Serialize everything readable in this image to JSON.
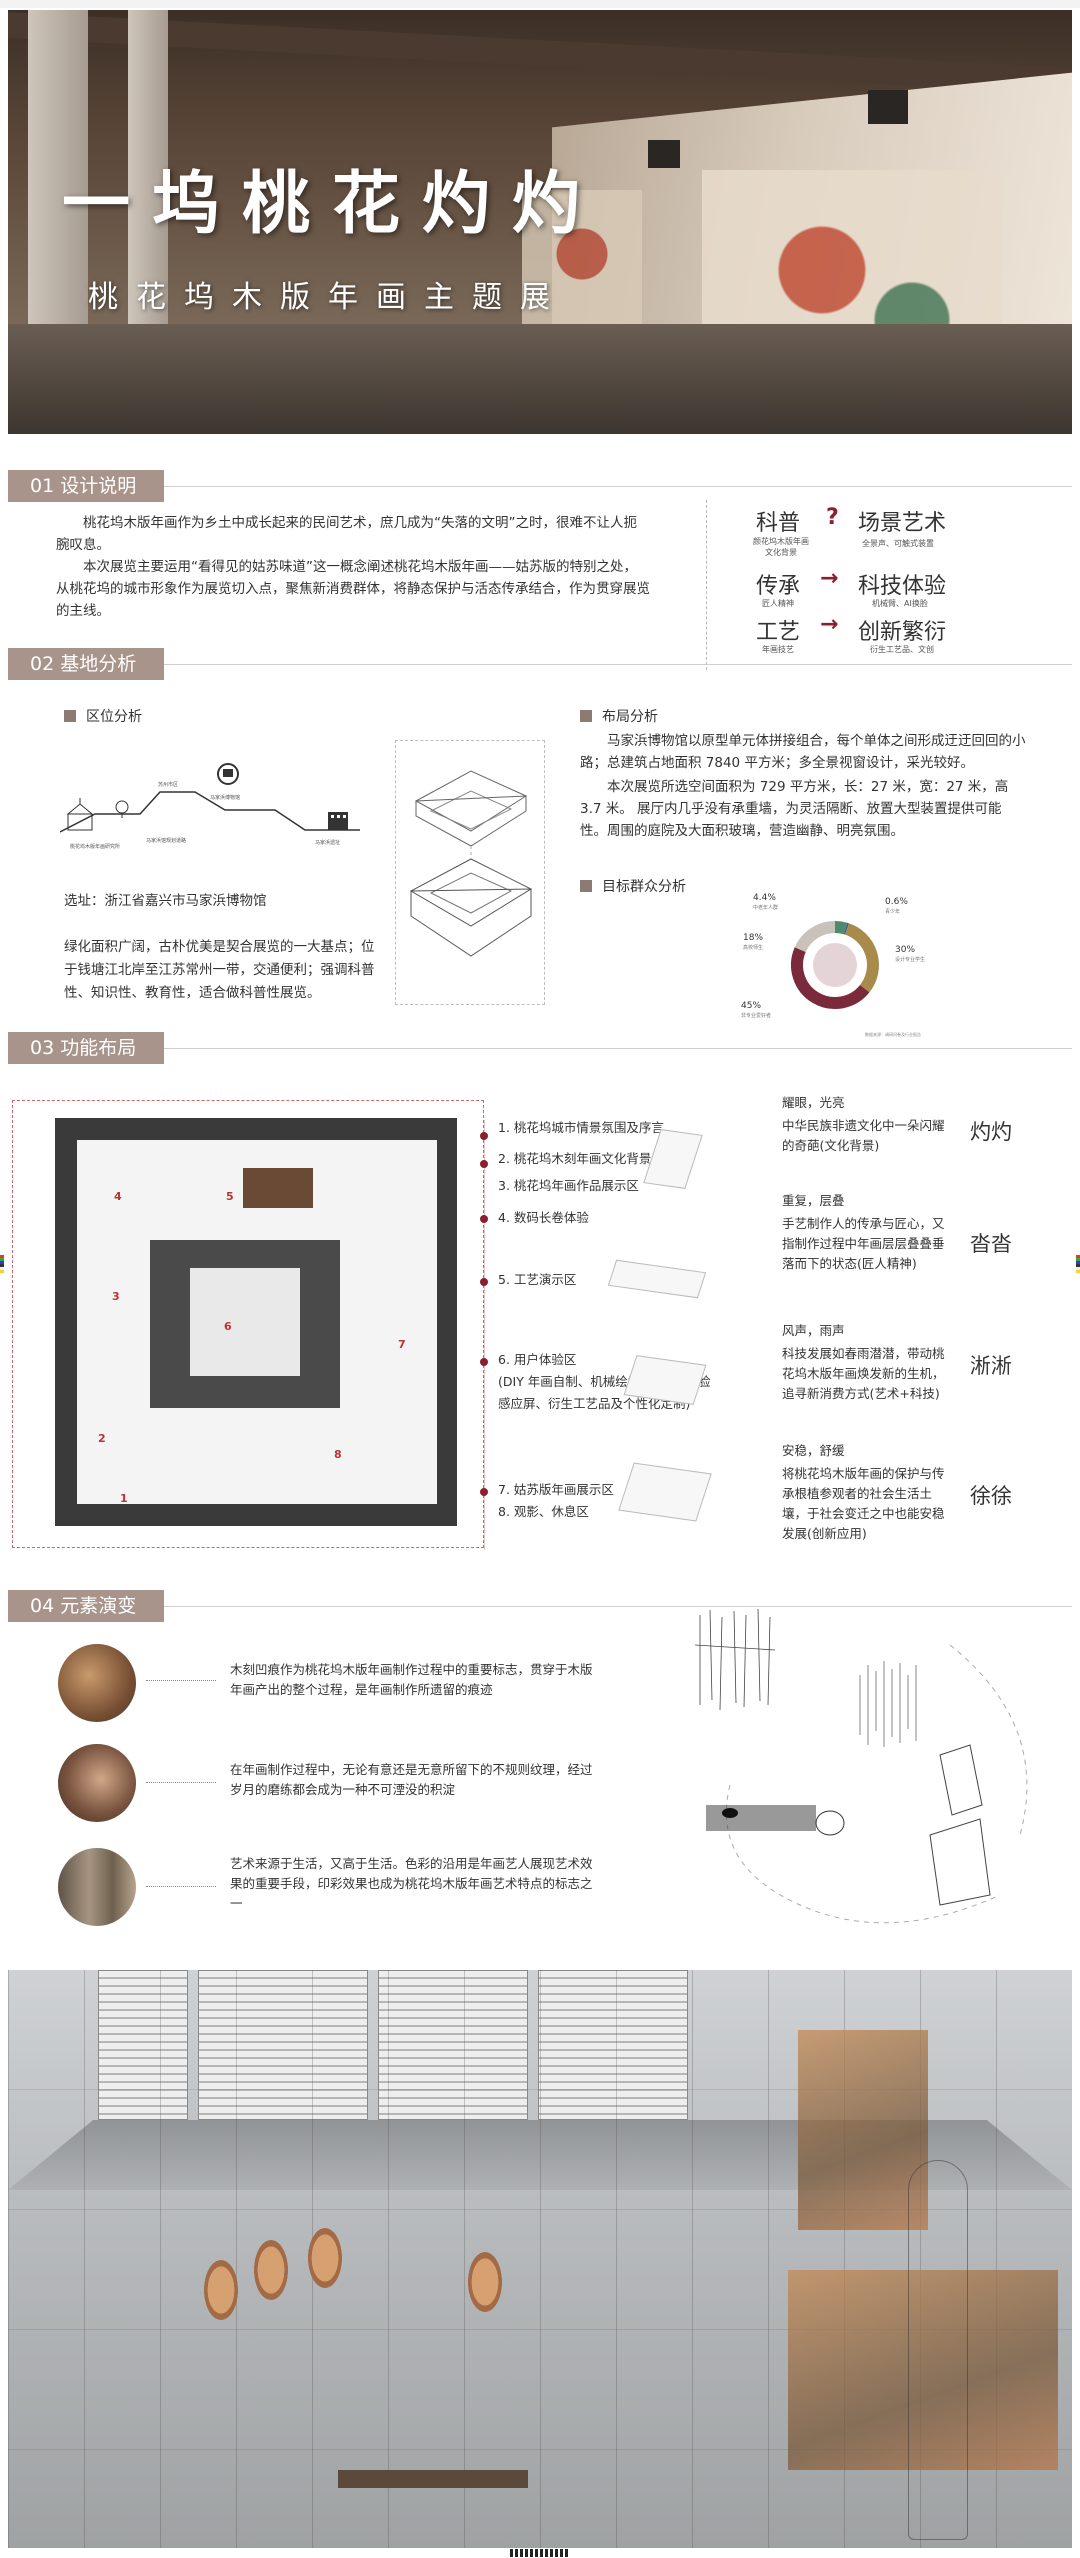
{
  "hero": {
    "title": "一坞桃花灼灼",
    "subtitle": "桃花坞木版年画主题展"
  },
  "section1": {
    "heading": "01 设计说明",
    "paragraph1": "桃花坞木版年画作为乡土中成长起来的民间艺术，庶几成为“失落的文明”之时，很难不让人扼腕叹息。",
    "paragraph2": "本次展览主要运用“看得见的姑苏味道”这一概念阐述桃花坞木版年画——姑苏版的特别之处，从桃花坞的城市形象作为展览切入点，聚焦新消费群体，将静态保护与活态传承结合，作为贯穿展览的主线。",
    "concepts": [
      {
        "left": "科普",
        "left_note": "颜花坞木版年画\n文化背景",
        "arrow": "?",
        "right": "场景艺术",
        "right_note": "全景声、可触式装置"
      },
      {
        "left": "传承",
        "left_note": "匠人精神",
        "arrow": "→",
        "right": "科技体验",
        "right_note": "机械臂、AI换脸"
      },
      {
        "left": "工艺",
        "left_note": "年画技艺",
        "arrow": "→",
        "right": "创新繁衍",
        "right_note": "衍生工艺品、文创"
      }
    ]
  },
  "section2": {
    "heading": "02 基地分析",
    "location_title": "区位分析",
    "location_labels": [
      "桃花坞木版年画研究所",
      "苏州市区",
      "马家浜博物馆",
      "马家浜馆规划道路",
      "马家浜遗址"
    ],
    "site_address": "选址：浙江省嘉兴市马家浜博物馆",
    "site_desc": "绿化面积广阔，古朴优美是契合展览的一大基点；位于钱塘江北岸至江苏常州一带，交通便利；强调科普性、知识性、教育性，适合做科普性展览。",
    "layout_title": "布局分析",
    "layout_p1": "马家浜博物馆以原型单元体拼接组合，每个单体之间形成迂迂回回的小路；总建筑占地面积 7840 平方米；多全景视窗设计，采光较好。",
    "layout_p2": "本次展览所选空间面积为 729 平方米，长：27 米，宽：27 米，高 3.7 米。 展厅内几乎没有承重墙，为灵活隔断、放置大型装置提供可能性。周围的庭院及大面积玻璃，营造幽静、明亮氛围。",
    "audience_title": "目标群众分析",
    "audience": [
      {
        "label": "4.4%",
        "note": "中老年人群",
        "value": 4.4,
        "color": "#4d8a6f"
      },
      {
        "label": "0.6%",
        "note": "青少年",
        "value": 0.6,
        "color": "#3a5a9a"
      },
      {
        "label": "30%",
        "note": "设计专业学生",
        "value": 30,
        "color": "#a88a4a"
      },
      {
        "label": "45%",
        "note": "非专业爱好者",
        "value": 45,
        "color": "#7a2a3a"
      },
      {
        "label": "18%",
        "note": "高校师生",
        "value": 18,
        "color": "#c9c2ba"
      }
    ],
    "audience_caption": "数据来源：调研问卷及行业报告"
  },
  "section3": {
    "heading": "03 功能布局",
    "plan_numbers": [
      "1",
      "2",
      "3",
      "4",
      "5",
      "6",
      "7",
      "8"
    ],
    "zones": [
      "1. 桃花坞城市情景氛围及序言",
      "2. 桃花坞木刻年画文化背景介绍区",
      "3. 桃花坞年画作品展示区",
      "4. 数码长卷体验",
      "5. 工艺演示区",
      "6. 用户体验区",
      "(DIY 年画自制、机械绘制装置,AI 换脸",
      "感应屏、衍生工艺品及个性化定制)",
      "7. 姑苏版年画展示区",
      "8. 观影、休息区"
    ],
    "concepts": [
      {
        "head": "耀眼，光亮",
        "text": "中华民族非遗文化中一朵闪耀的奇葩(文化背景)",
        "word": "灼灼"
      },
      {
        "head": "重复，层叠",
        "text": "手艺制作人的传承与匠心，又指制作过程中年画层层叠叠垂落而下的状态(匠人精神)",
        "word": "沓沓"
      },
      {
        "head": "风声，雨声",
        "text": "科技发展如春雨潜潜，带动桃花坞木版年画焕发新的生机，追寻新消费方式(艺术+科技)",
        "word": "淅淅"
      },
      {
        "head": "安稳，舒缓",
        "text": "将桃花坞木版年画的保护与传承根植参观者的社会生活土壤，于社会变迁之中也能安稳发展(创新应用)",
        "word": "徐徐"
      }
    ]
  },
  "section4": {
    "heading": "04 元素演变",
    "items": [
      "木刻凹痕作为桃花坞木版年画制作过程中的重要标志，贯穿于木版年画产出的整个过程，是年画制作所遗留的痕迹",
      "在年画制作过程中，无论有意还是无意所留下的不规则纹理，经过岁月的磨练都会成为一种不可湮没的积淀",
      "艺术来源于生活，又高于生活。色彩的沿用是年画艺人展现艺术效果的重要手段，印彩效果也成为桃花坞木版年画艺术特点的标志之一"
    ]
  },
  "colors": {
    "accent": "#8b1f2e",
    "section_head": "#a8948b",
    "square": "#8b7b72"
  }
}
